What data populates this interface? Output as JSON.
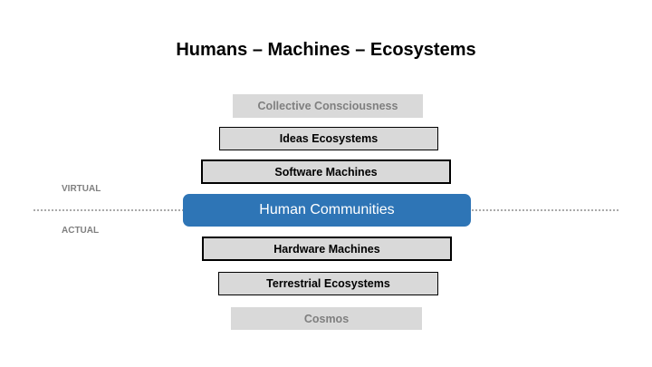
{
  "title": "Humans – Machines – Ecosystems",
  "labels": {
    "virtual": "VIRTUAL",
    "actual": "ACTUAL"
  },
  "layers": {
    "collective": "Collective Consciousness",
    "ideas": "Ideas Ecosystems",
    "software": "Software Machines",
    "human": "Human Communities",
    "hardware": "Hardware Machines",
    "terrestrial": "Terrestrial Ecosystems",
    "cosmos": "Cosmos"
  },
  "colors": {
    "accent": "#2e75b6",
    "box": "#d9d9d9",
    "faded_text": "#7f7f7f"
  }
}
